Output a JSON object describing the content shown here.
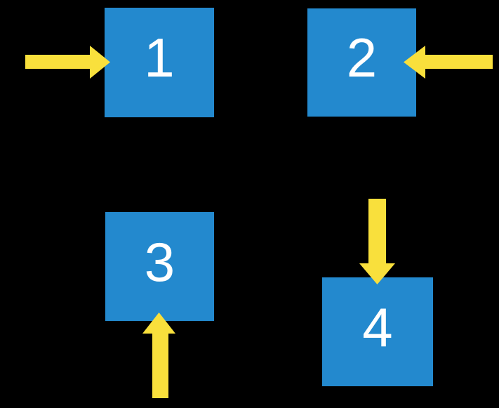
{
  "colors": {
    "background": "#000000",
    "square": "#2389CE",
    "arrow": "#F9E03C",
    "label": "#FFFFFF"
  },
  "squares": [
    {
      "label": "1",
      "arrow_direction": "right"
    },
    {
      "label": "2",
      "arrow_direction": "left"
    },
    {
      "label": "3",
      "arrow_direction": "up"
    },
    {
      "label": "4",
      "arrow_direction": "down"
    }
  ]
}
